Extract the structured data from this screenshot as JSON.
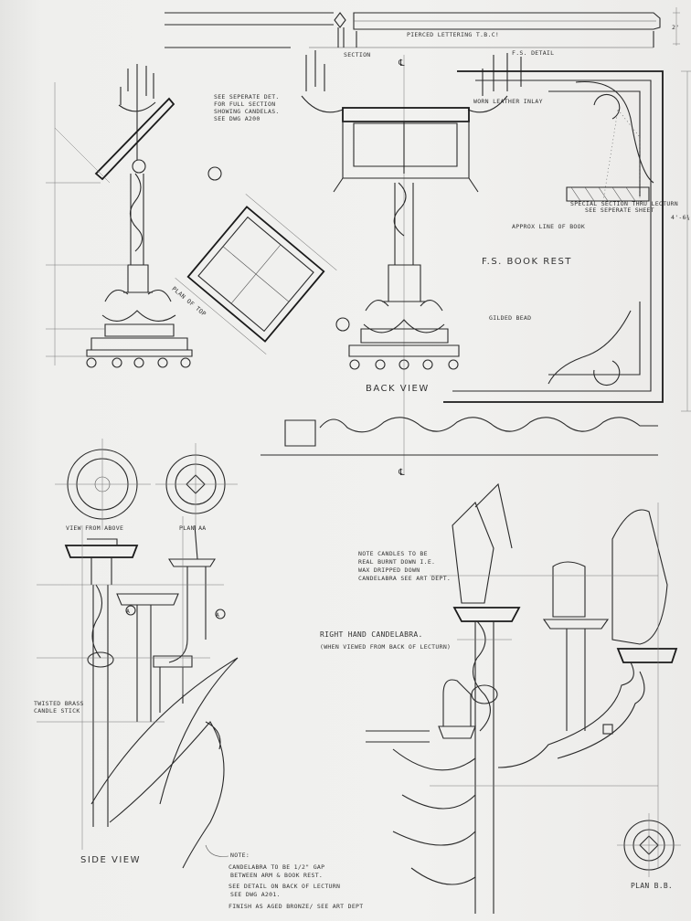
{
  "drawing": {
    "top_labels": {
      "pierced_lettering": "PIERCED LETTERING T.B.C!",
      "section": "SECTION",
      "fs_detail": "F.S. DETAIL",
      "dim_top": "2'",
      "dim_height": "4'-6¾\""
    },
    "side_note": [
      "SEE SEPERATE DET.",
      "FOR FULL SECTION",
      "SHOWING CANDELAS.",
      "SEE DWG A200"
    ],
    "worn_leather": "WORN LEATHER INLAY",
    "special_section": [
      "SPECIAL SECTION THRU LECTURN",
      "SEE SEPERATE SHEET"
    ],
    "approx_line": "APPROX LINE OF BOOK",
    "book_rest": "F.S. BOOK REST",
    "gilded_bead": "GILDED BEAD",
    "plan_of_top": "PLAN OF TOP",
    "back_view": "BACK VIEW",
    "centre_mark": "℄",
    "view_from_above": "VIEW FROM ABOVE",
    "plan_aa": "PLAN AA",
    "section_marker": "A",
    "twisted_brass": [
      "TWISTED BRASS",
      "CANDLE STICK"
    ],
    "side_view": "SIDE VIEW",
    "candle_note": [
      "NOTE CANDLES TO BE",
      "REAL BURNT DOWN I.E.",
      "WAX DRIPPED DOWN",
      "CANDELABRA SEE ART DEPT."
    ],
    "right_hand_title": "RIGHT HAND CANDELABRA.",
    "right_hand_sub": "(WHEN VIEWED FROM BACK OF LECTURN)",
    "notes": {
      "heading": "NOTE:",
      "items": [
        "CANDELABRA TO BE 1/2\" GAP",
        "BETWEEN ARM & BOOK REST.",
        "SEE DETAIL ON BACK OF LECTURN",
        "SEE DWG A201.",
        "FINISH AS AGED BRONZE/ SEE ART DEPT"
      ]
    },
    "plan_bb": "PLAN B.B."
  }
}
